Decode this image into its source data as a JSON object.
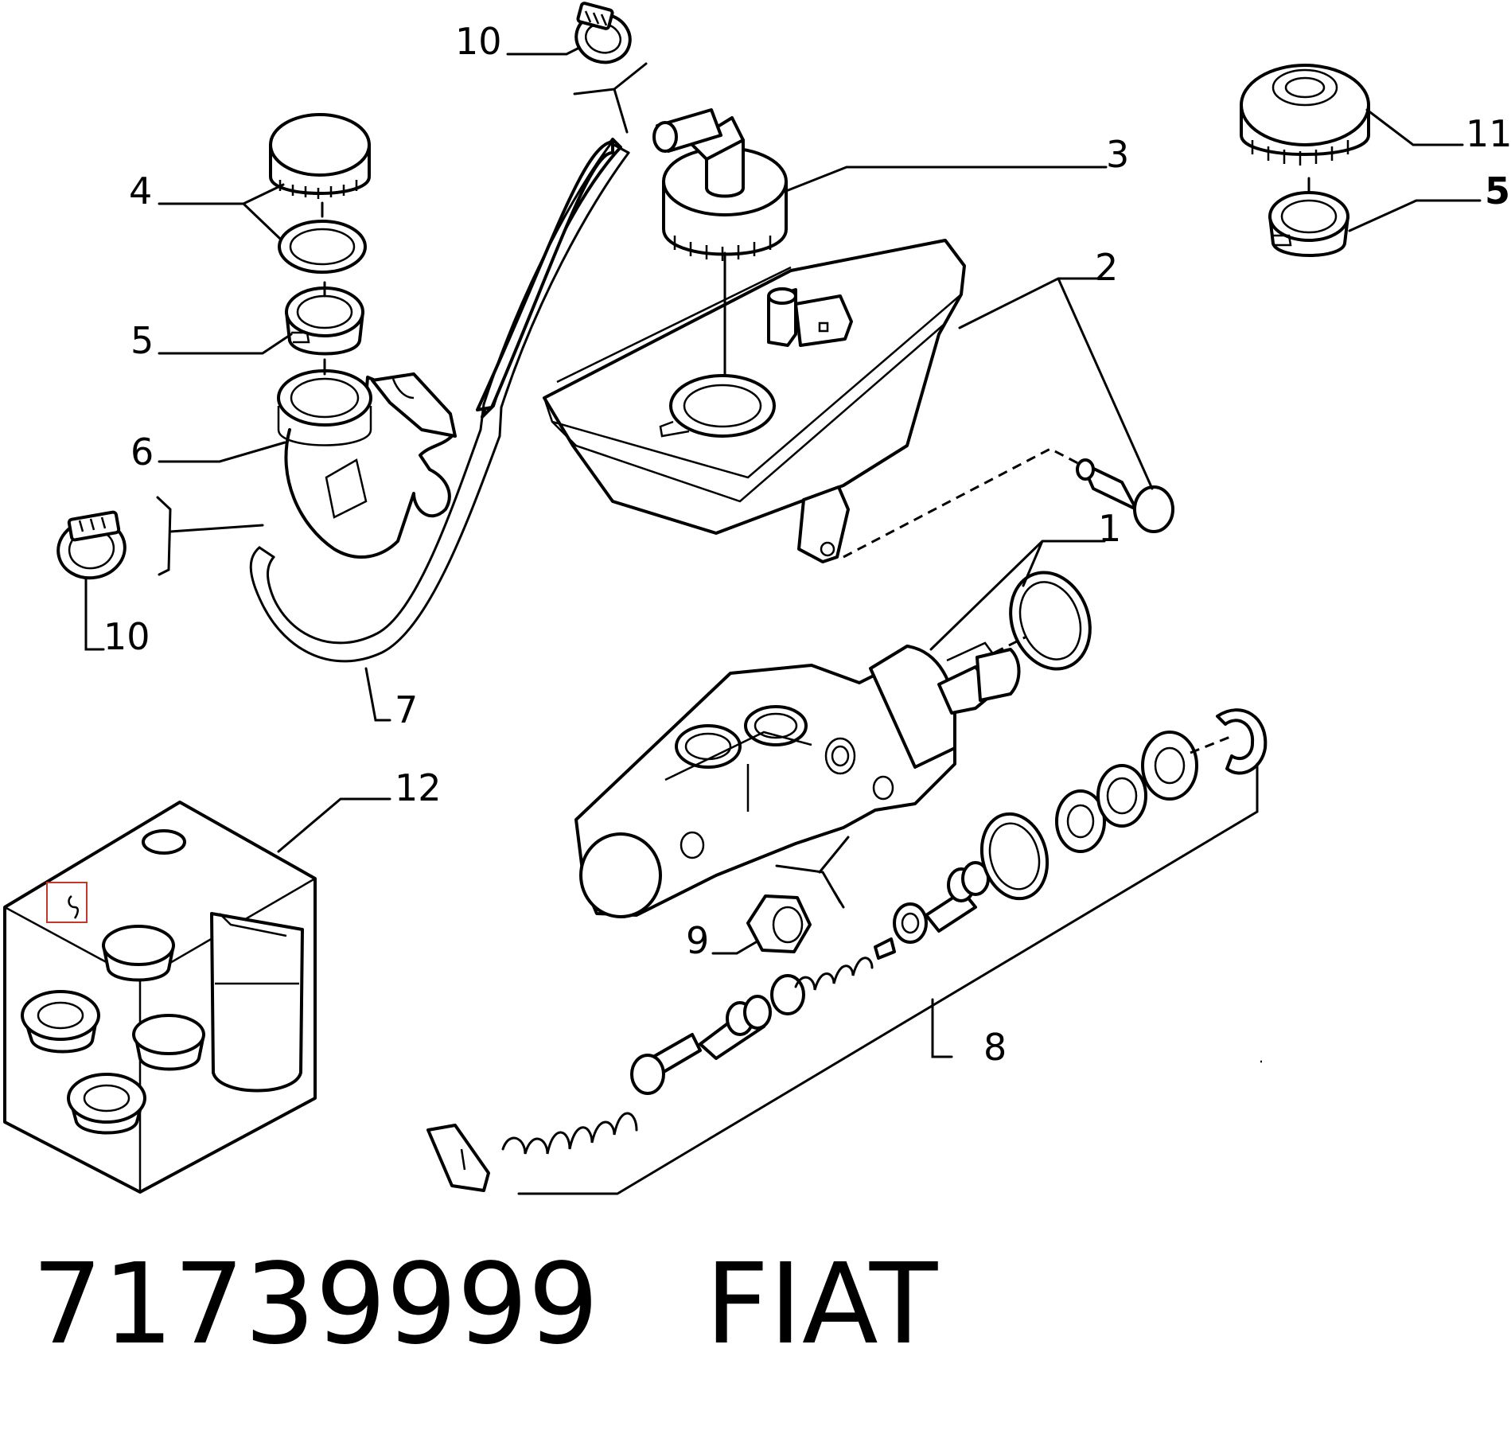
{
  "callouts": {
    "c1": "1",
    "c2": "2",
    "c3": "3",
    "c4": "4",
    "c5a": "5",
    "c5b": "5",
    "c6": "6",
    "c7": "7",
    "c8": "8",
    "c9": "9",
    "c10a": "10",
    "c10b": "10",
    "c11": "11",
    "c12": "12"
  },
  "footer": {
    "part_number": "71739999",
    "brand": "FIAT",
    "caption": "71739999   FIAT"
  },
  "highlight_color": "#c0392b"
}
